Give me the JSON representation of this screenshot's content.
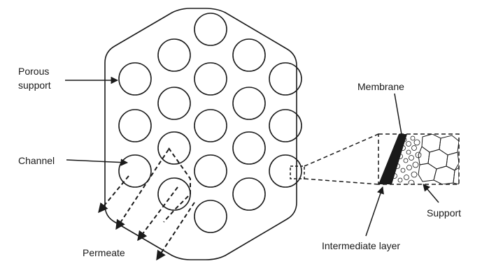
{
  "labels": {
    "porous_support_line1": "Porous",
    "porous_support_line2": "support",
    "channel": "Channel",
    "permeate": "Permeate",
    "membrane": "Membrane",
    "support": "Support",
    "intermediate_layer": "Intermediate layer"
  },
  "channel_count": 19,
  "colors": {
    "ink": "#1a1a1a",
    "background": "#ffffff"
  }
}
